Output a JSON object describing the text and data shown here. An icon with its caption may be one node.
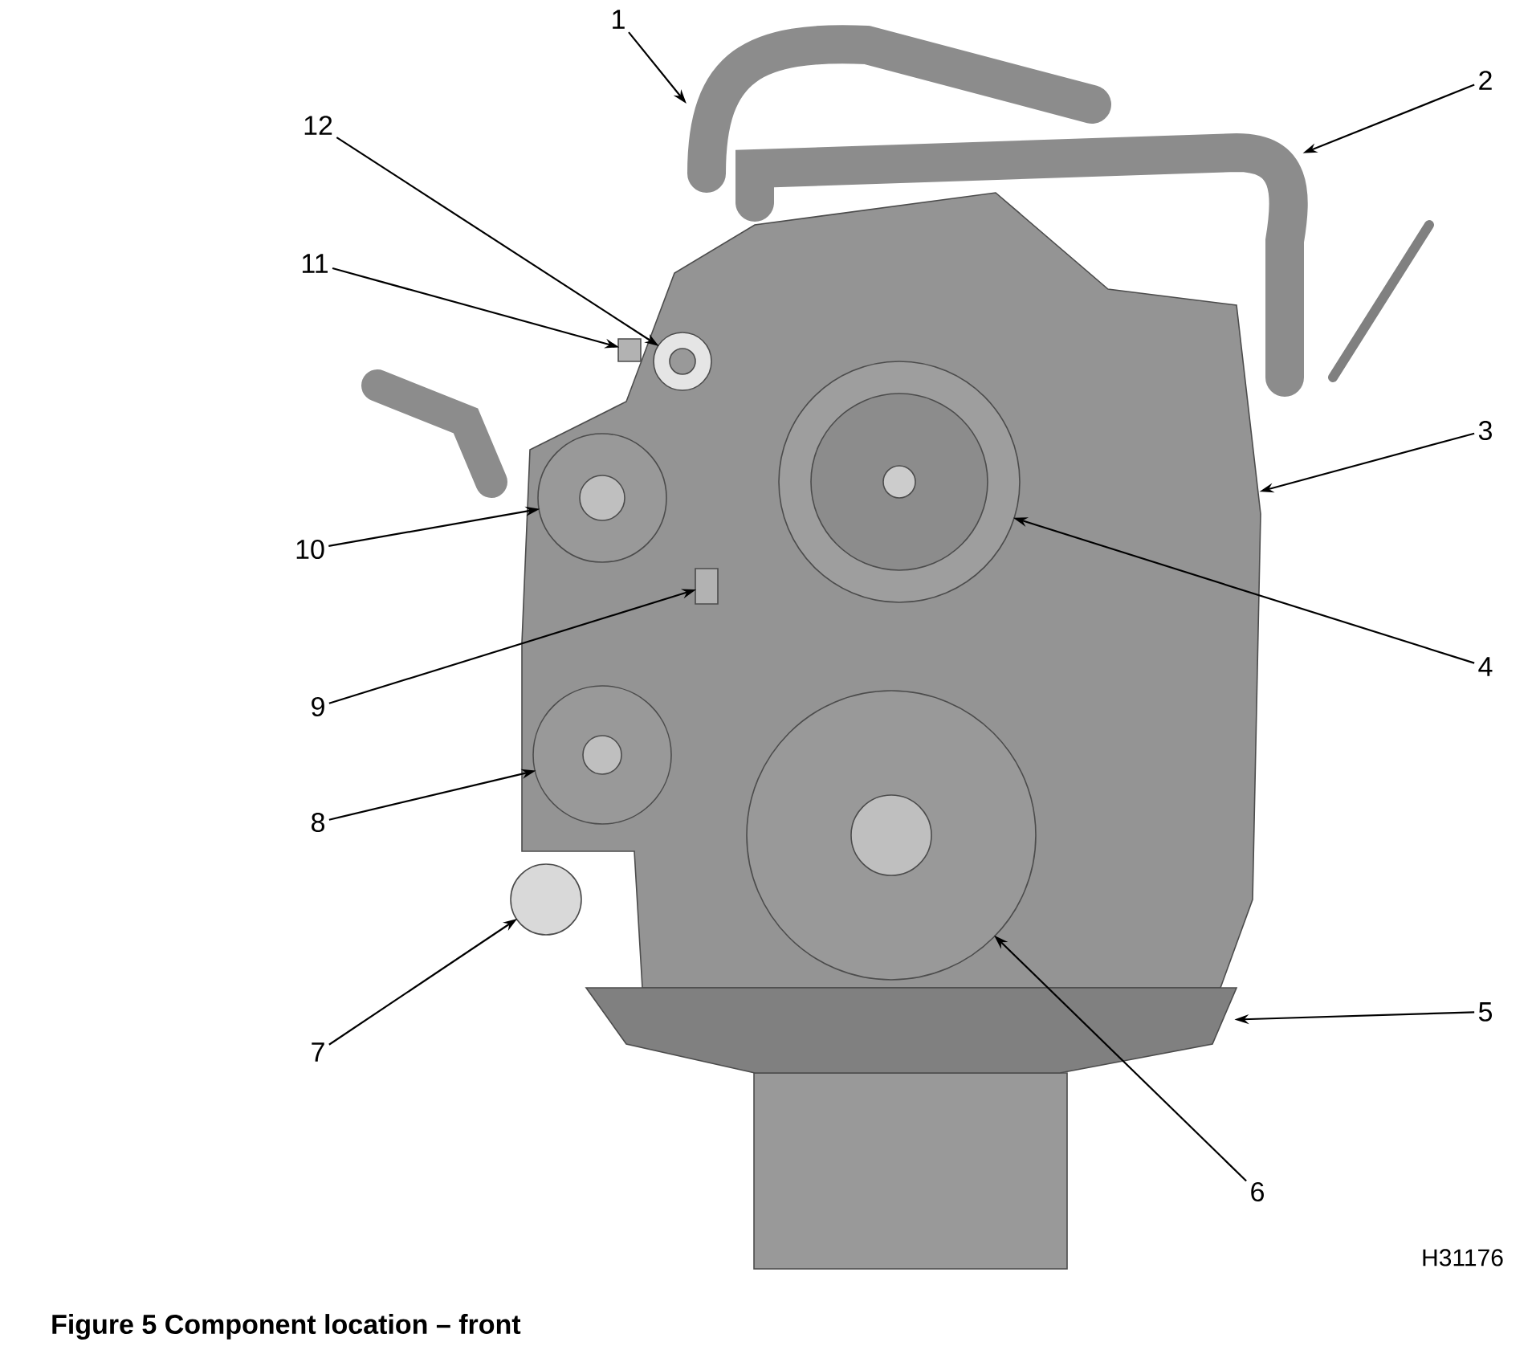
{
  "diagram": {
    "caption": "Figure 5 Component location – front",
    "nodes": [
      {
        "text": [
          "1"
        ]
      },
      {
        "text": [
          "2"
        ]
      },
      {
        "text": [
          "3"
        ]
      },
      {
        "text": [
          "4"
        ]
      },
      {
        "text": [
          "5"
        ]
      },
      {
        "text": [
          "6"
        ]
      },
      {
        "text": [
          "7"
        ]
      },
      {
        "text": [
          "8"
        ]
      },
      {
        "text": [
          "9"
        ]
      },
      {
        "text": [
          "10"
        ]
      },
      {
        "text": [
          "11"
        ]
      },
      {
        "text": [
          "12"
        ]
      },
      {
        "text": [],
        "shape": "picture"
      },
      {
        "text": [],
        "shape": "picture"
      },
      {
        "text": [],
        "shape": "picture"
      },
      {
        "text": [],
        "shape": "circle",
        "in": 12
      },
      {
        "text": [],
        "shape": "bar"
      },
      {
        "text": [],
        "shape": "circle",
        "in": 12
      },
      {
        "text": [],
        "shape": "circle"
      },
      {
        "text": [],
        "shape": "circle",
        "in": 12
      },
      {
        "text": [],
        "shape": "box",
        "in": 12
      },
      {
        "text": [],
        "shape": "circle",
        "in": 12
      },
      {
        "text": [],
        "shape": "box"
      },
      {
        "text": [],
        "shape": "circle",
        "in": 12
      },
      {
        "text": [],
        "shape": "box"
      }
    ],
    "edges": [
      {
        "from": 0,
        "to": 13,
        "arrow": "to"
      },
      {
        "from": 1,
        "to": 14,
        "arrow": "to"
      },
      {
        "from": 2,
        "to": 12,
        "arrow": "to"
      },
      {
        "from": 3,
        "to": 15,
        "arrow": "to"
      },
      {
        "from": 4,
        "to": 16,
        "arrow": "to"
      },
      {
        "from": 5,
        "to": 17,
        "arrow": "to"
      },
      {
        "from": 6,
        "to": 18,
        "arrow": "to"
      },
      {
        "from": 7,
        "to": 19,
        "arrow": "to"
      },
      {
        "from": 8,
        "to": 20,
        "arrow": "to"
      },
      {
        "from": 9,
        "to": 21,
        "arrow": "to"
      },
      {
        "from": 10,
        "to": 22,
        "arrow": "to"
      },
      {
        "from": 11,
        "to": 23,
        "arrow": "to"
      }
    ],
    "labels": [
      "H31176"
    ]
  }
}
